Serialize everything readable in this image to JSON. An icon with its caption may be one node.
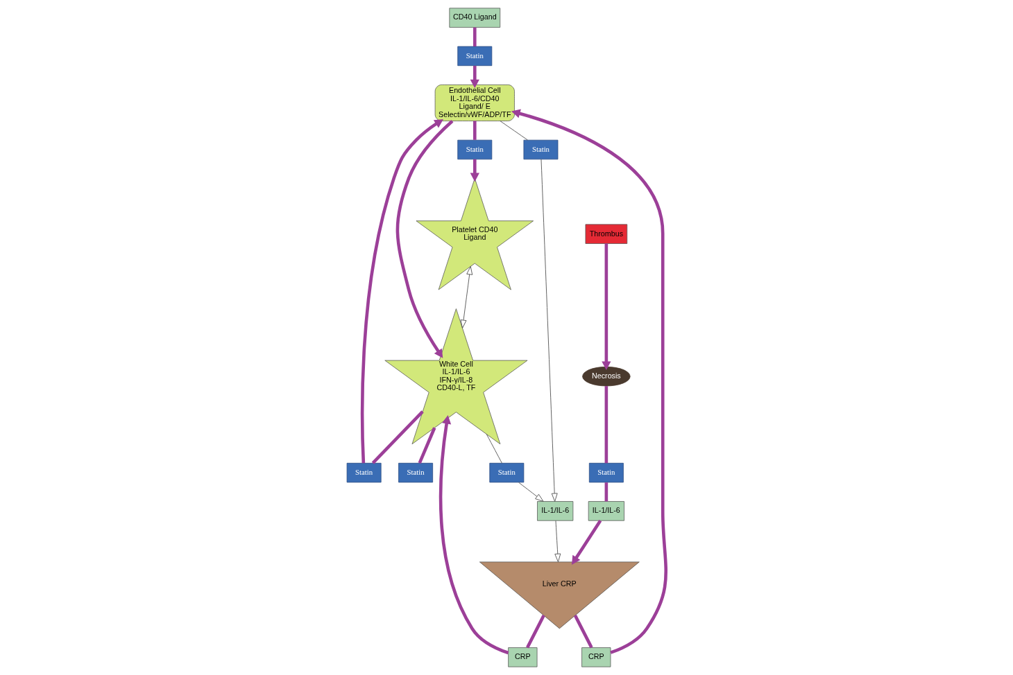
{
  "diagram": {
    "nodes": [
      {
        "text": [
          "Statin"
        ]
      },
      {
        "text": [
          "Endothelial Cell",
          "IL-1/IL-6/CD40 Ligand/ E Selectin/vWF/ADP/TF"
        ]
      },
      {
        "text": [
          "CRP"
        ]
      },
      {
        "text": [
          "CD40 Ligand"
        ]
      },
      {
        "text": [
          "Statin"
        ]
      },
      {
        "text": [
          "Statin"
        ]
      },
      {
        "text": [
          "Statin"
        ]
      },
      {
        "text": [
          "Liver CRP"
        ]
      },
      {
        "text": [
          "IL-1/IL-6"
        ]
      },
      {
        "text": [
          "Platelet CD40 Ligand"
        ]
      },
      {
        "text": [
          "White Cell IL-1/IL-6 IFN-γ/IL-8 CD40-L, TF"
        ]
      },
      {
        "text": [
          "Statin"
        ]
      },
      {
        "text": [
          "CRP"
        ]
      },
      {
        "text": [
          "IL-1/IL-6"
        ]
      },
      {
        "text": [
          "Statin"
        ]
      },
      {
        "text": [
          "Thrombus"
        ]
      },
      {
        "text": [
          "Necrosis"
        ]
      },
      {
        "text": [
          "Statin"
        ]
      }
    ],
    "edges": [
      {
        "from": 3,
        "to": 0,
        "arrow": "none"
      },
      {
        "from": 0,
        "to": 1,
        "arrow": "to"
      },
      {
        "from": 1,
        "to": 4,
        "arrow": "none"
      },
      {
        "from": 4,
        "to": 9,
        "arrow": "to"
      },
      {
        "from": 10,
        "to": 5,
        "arrow": "none"
      },
      {
        "from": 5,
        "to": 1,
        "arrow": "to"
      },
      {
        "from": 1,
        "to": 10,
        "arrow": "to"
      },
      {
        "from": 1,
        "to": 6,
        "arrow": "none",
        "color": "#555555"
      },
      {
        "from": 6,
        "to": 8,
        "arrow": "to",
        "color": "#555555"
      },
      {
        "from": 10,
        "to": 11,
        "arrow": "none",
        "color": "#555555"
      },
      {
        "from": 11,
        "to": 8,
        "arrow": "to",
        "color": "#555555"
      },
      {
        "from": 9,
        "to": 10,
        "arrow": "both",
        "color": "#555555"
      },
      {
        "from": 8,
        "to": 7,
        "arrow": "to",
        "color": "#555555"
      },
      {
        "from": 7,
        "to": 2,
        "arrow": "none"
      },
      {
        "from": 2,
        "to": 1,
        "arrow": "to"
      },
      {
        "from": 7,
        "to": 12,
        "arrow": "none"
      },
      {
        "from": 12,
        "to": 10,
        "arrow": "to"
      },
      {
        "from": 10,
        "to": 14,
        "arrow": "none"
      },
      {
        "from": 15,
        "to": 16,
        "arrow": "to"
      },
      {
        "from": 16,
        "to": 17,
        "arrow": "none"
      },
      {
        "from": 17,
        "to": 13,
        "arrow": "none"
      },
      {
        "from": 13,
        "to": 7,
        "arrow": "to"
      }
    ]
  }
}
